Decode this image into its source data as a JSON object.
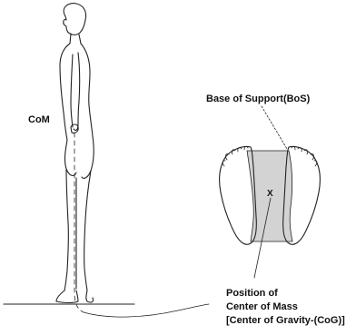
{
  "labels": {
    "com": "CoM",
    "bos": "Base of Support(BoS)",
    "x_mark": "X",
    "position_line1": "Position of",
    "position_line2": "Center of Mass",
    "position_line3": "[Center of Gravity-(CoG)]"
  },
  "colors": {
    "line": "#222222",
    "support_fill": "#d3d3d3"
  }
}
